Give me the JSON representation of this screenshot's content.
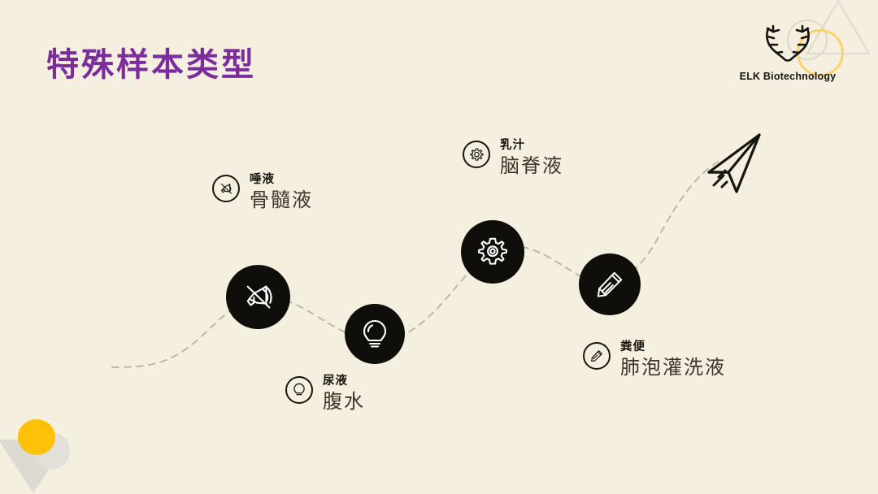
{
  "slide": {
    "title": "特殊样本类型",
    "background_color": "#F5EFDF",
    "title_color": "#7B2D9B"
  },
  "logo": {
    "name": "elk-biotechnology-logo",
    "text": "ELK Biotechnology",
    "mark": "antler-dna-icon"
  },
  "decorations": [
    {
      "name": "triangle-outline-top-right",
      "shape": "triangle-outline",
      "color": "#DEDBD2"
    },
    {
      "name": "circle-outline-gray-top-right",
      "shape": "circle-outline",
      "color": "#DCD8CD"
    },
    {
      "name": "circle-outline-yellow-top-right",
      "shape": "circle-outline",
      "color": "#FBD26B"
    },
    {
      "name": "triangle-filled-bottom-left",
      "shape": "triangle-filled",
      "color": "#DCDAD3"
    },
    {
      "name": "circle-filled-gray-bottom-left",
      "shape": "circle-filled",
      "color": "#E2E0D9"
    },
    {
      "name": "circle-filled-yellow-bottom-left",
      "shape": "circle-filled",
      "color": "#FFC107"
    }
  ],
  "journey": {
    "path_style": "dashed",
    "path_color": "#B8B3A3",
    "end_marker": "paper-plane-icon",
    "nodes": [
      {
        "icon": "megaphone-icon",
        "color": "#100E0B"
      },
      {
        "icon": "lightbulb-icon",
        "color": "#100E0B"
      },
      {
        "icon": "gear-icon",
        "color": "#100E0B"
      },
      {
        "icon": "pencil-icon",
        "color": "#100E0B"
      }
    ]
  },
  "items": [
    {
      "icon": "megaphone-icon",
      "top_label": "唾液",
      "bottom_label": "骨髓液"
    },
    {
      "icon": "gear-icon",
      "top_label": "乳汁",
      "bottom_label": "脑脊液"
    },
    {
      "icon": "lightbulb-icon",
      "top_label": "尿液",
      "bottom_label": "腹水"
    },
    {
      "icon": "pencil-icon",
      "top_label": "粪便",
      "bottom_label": "肺泡灌洗液"
    }
  ]
}
